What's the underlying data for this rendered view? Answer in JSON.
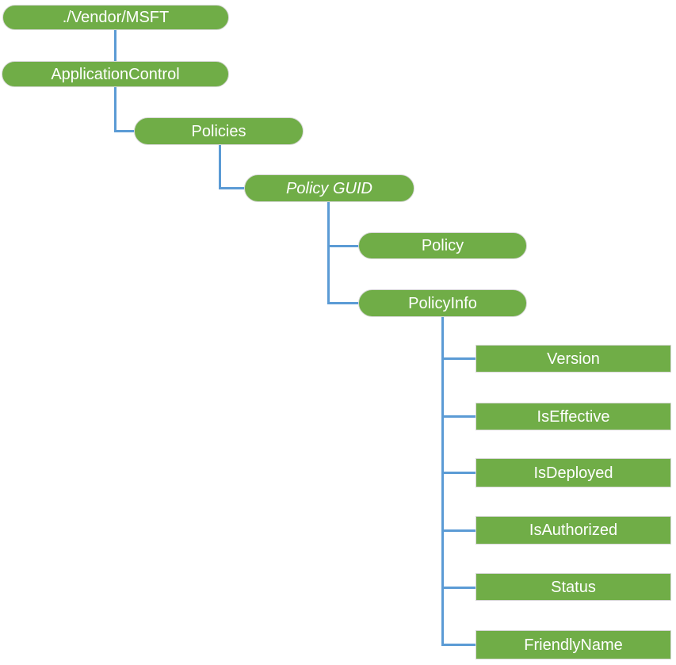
{
  "diagram": {
    "type": "tree",
    "colors": {
      "node_fill": "#70AD47",
      "node_border": "#D8D8D8",
      "node_text": "#FFFFFF",
      "connector": "#5B9BD5"
    },
    "nodes": {
      "root": {
        "label": "./Vendor/MSFT",
        "shape": "pill",
        "parent": null
      },
      "application_control": {
        "label": "ApplicationControl",
        "shape": "pill",
        "parent": "./Vendor/MSFT"
      },
      "policies": {
        "label": "Policies",
        "shape": "pill",
        "parent": "ApplicationControl"
      },
      "policy_guid": {
        "label": "Policy GUID",
        "shape": "pill",
        "italic": true,
        "parent": "Policies"
      },
      "policy": {
        "label": "Policy",
        "shape": "pill",
        "parent": "Policy GUID"
      },
      "policy_info": {
        "label": "PolicyInfo",
        "shape": "pill",
        "parent": "Policy GUID"
      },
      "version": {
        "label": "Version",
        "shape": "rect",
        "parent": "PolicyInfo"
      },
      "is_effective": {
        "label": "IsEffective",
        "shape": "rect",
        "parent": "PolicyInfo"
      },
      "is_deployed": {
        "label": "IsDeployed",
        "shape": "rect",
        "parent": "PolicyInfo"
      },
      "is_authorized": {
        "label": "IsAuthorized",
        "shape": "rect",
        "parent": "PolicyInfo"
      },
      "status": {
        "label": "Status",
        "shape": "rect",
        "parent": "PolicyInfo"
      },
      "friendly_name": {
        "label": "FriendlyName",
        "shape": "rect",
        "parent": "PolicyInfo"
      }
    }
  }
}
